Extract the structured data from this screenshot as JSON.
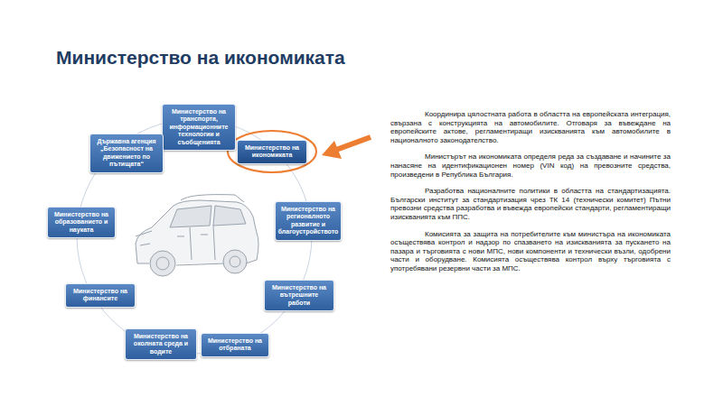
{
  "diagram": {
    "title": "Министерство на икономиката",
    "nodes": [
      {
        "text": [
          "Министерство на транспорта, информационните технологии и съобщенията"
        ]
      },
      {
        "text": [
          "Министерство на икономиката"
        ]
      },
      {
        "text": [
          "Министерство на регионалното развитие и благоустройството"
        ]
      },
      {
        "text": [
          "Министерство на вътрешните работи"
        ]
      },
      {
        "text": [
          "Министерство на отбраната"
        ]
      },
      {
        "text": [
          "Министерство на околната среда и водите"
        ]
      },
      {
        "text": [
          "Министерство на финансите"
        ]
      },
      {
        "text": [
          "Министерство на образованието и науката"
        ]
      },
      {
        "text": [
          "Държавна агенция „Безопасност на движението по пътищата“"
        ]
      }
    ],
    "labels": [
      "Координира цялостната работа в областта на европейската интеграция, свързана с конструкцията на автомобилите. Отговаря за въвеждане на европейските актове, регламентиращи изискванията към автомобилите в националното законодателство.",
      "Министърът на икономиката определя реда за създаване и начините за нанасяне на идентификационен номер (VIN код) на превозните средства, произведени в Република България.",
      "Разработва националните политики в областта на стандартизацията. Български институт за стандартизация чрез ТК 14 (технически комитет) Пътни превозни средства разработва и въвежда европейски стандарти, регламентиращи изискванията към ППС.",
      "Комисията за защита на потребителите към министъра на икономиката осъществява контрол и надзор по спазването на изискванията за пускането на пазара и търговията с нови МПС, нови компоненти и технически възли, одобрени части и оборудване. Комисията осъществява контрол върху търговията с употребявани резервни части за МПС."
    ]
  }
}
